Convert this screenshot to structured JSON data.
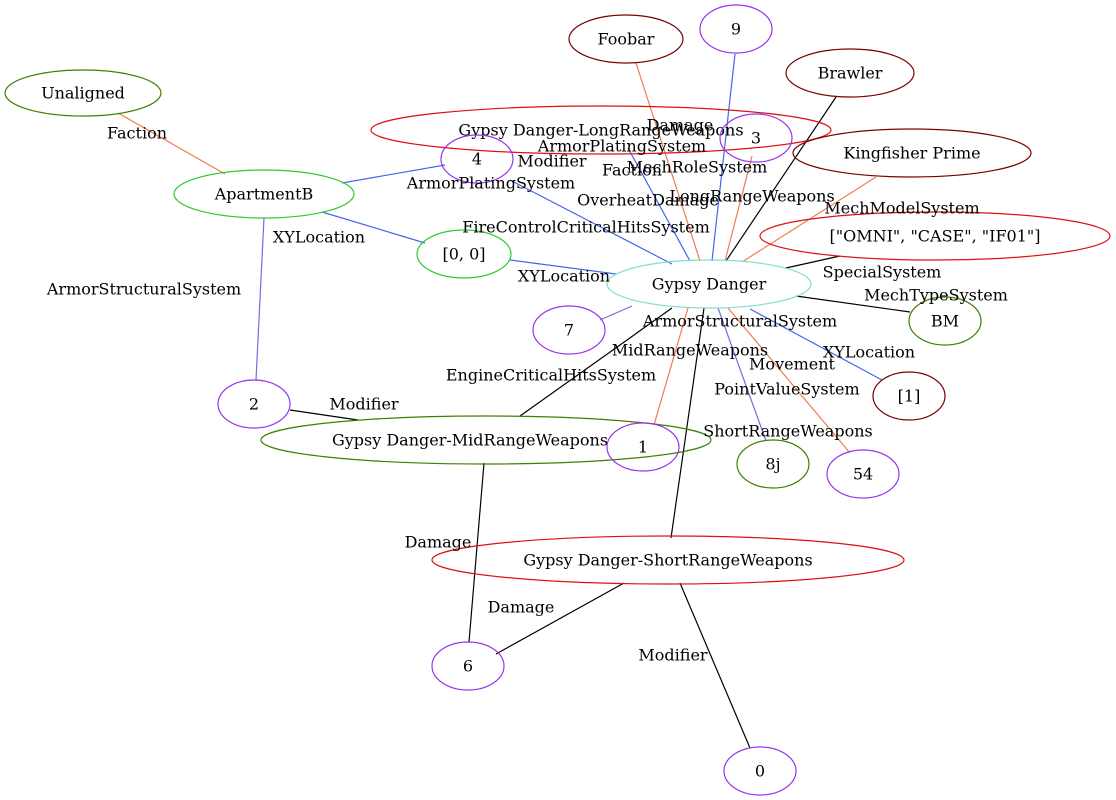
{
  "colors": {
    "black": "#000000",
    "blue": "#4466ee",
    "orange": "#f07c50",
    "purple": "#7070dd",
    "dark_red": "#7a0000",
    "red": "#dd1111",
    "green": "#2ecc2e",
    "olive": "#3f7f00",
    "violet": "#9933ee",
    "cyan": "#7fdfd0"
  },
  "nodes": {
    "n_unaligned": "Unaligned",
    "n_apartmentb": "ApartmentB",
    "n_4": "4",
    "n_xy00": "[0, 0]",
    "n_2": "2",
    "n_7": "7",
    "n_foobar": "Foobar",
    "n_9": "9",
    "n_brawler": "Brawler",
    "n_lrw": "Gypsy Danger-LongRangeWeapons",
    "n_3": "3",
    "n_kingfisher": "Kingfisher Prime",
    "n_omni": "[\"OMNI\", \"CASE\", \"IF01\"]",
    "n_gypsy": "Gypsy Danger",
    "n_bm": "BM",
    "n_xy1": "[1]",
    "n_mrw": "Gypsy Danger-MidRangeWeapons",
    "n_1": "1",
    "n_8j": "8j",
    "n_54": "54",
    "n_srw": "Gypsy Danger-ShortRangeWeapons",
    "n_6": "6",
    "n_0": "0"
  },
  "edges": {
    "e_faction1": "Faction",
    "e_armorplating1": "ArmorPlatingSystem",
    "e_xyloc1": "XYLocation",
    "e_armorstruct1": "ArmorStructuralSystem",
    "e_modifier1": "Modifier",
    "e_xyloc2": "XYLocation",
    "e_firecontrol": "FireControlCriticalHitsSystem",
    "e_modifier2": "Modifier",
    "e_armorplating2": "ArmorPlatingSystem",
    "e_faction2": "Faction",
    "e_damage1": "Damage",
    "e_overheat": "OverheatDamage",
    "e_mechrole": "MechRoleSystem",
    "e_longrange": "LongRangeWeapons",
    "e_mechmodel": "MechModelSystem",
    "e_special": "SpecialSystem",
    "e_mechtype": "MechTypeSystem",
    "e_armorstruct2": "ArmorStructuralSystem",
    "e_xyloc3": "XYLocation",
    "e_midrange": "MidRangeWeapons",
    "e_movement": "Movement",
    "e_engine": "EngineCriticalHitsSystem",
    "e_pointvalue": "PointValueSystem",
    "e_shortrange": "ShortRangeWeapons",
    "e_damage2": "Damage",
    "e_damage3": "Damage",
    "e_modifier3": "Modifier"
  }
}
